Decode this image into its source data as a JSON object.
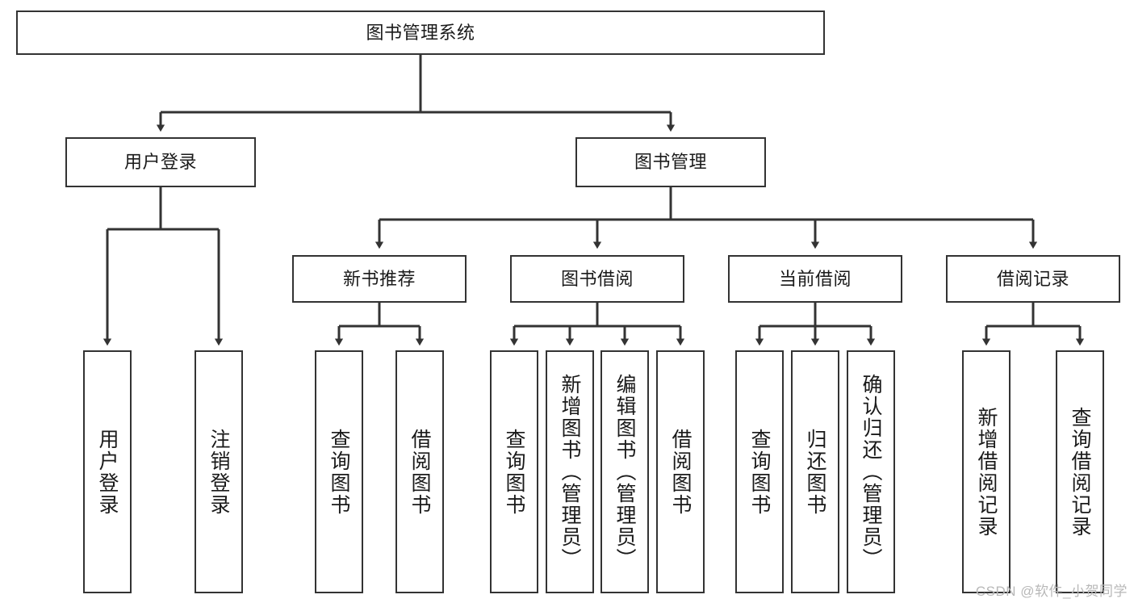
{
  "diagram": {
    "type": "tree-hierarchy",
    "title": "图书管理系统",
    "background_color": "#ffffff",
    "box_border_color": "#333333",
    "connector_color": "#333333",
    "text_color": "#1a1a1a",
    "levels": {
      "level0": [
        {
          "id": "root",
          "label": "图书管理系统",
          "orientation": "horizontal"
        }
      ],
      "level1": [
        {
          "id": "user-login",
          "label": "用户登录",
          "orientation": "horizontal"
        },
        {
          "id": "book-manage",
          "label": "图书管理",
          "orientation": "horizontal"
        }
      ],
      "level2": [
        {
          "id": "new-book-rec",
          "label": "新书推荐",
          "orientation": "horizontal"
        },
        {
          "id": "book-borrow",
          "label": "图书借阅",
          "orientation": "horizontal"
        },
        {
          "id": "current-borrow",
          "label": "当前借阅",
          "orientation": "horizontal"
        },
        {
          "id": "borrow-record",
          "label": "借阅记录",
          "orientation": "horizontal"
        }
      ],
      "level3": [
        {
          "id": "leaf-user-login",
          "label": "用户登录",
          "orientation": "vertical",
          "parent": "user-login"
        },
        {
          "id": "leaf-logout",
          "label": "注销登录",
          "orientation": "vertical",
          "parent": "user-login"
        },
        {
          "id": "leaf-query-book-1",
          "label": "查询图书",
          "orientation": "vertical",
          "parent": "new-book-rec"
        },
        {
          "id": "leaf-borrow-book-1",
          "label": "借阅图书",
          "orientation": "vertical",
          "parent": "new-book-rec"
        },
        {
          "id": "leaf-query-book-2",
          "label": "查询图书",
          "orientation": "vertical",
          "parent": "book-borrow"
        },
        {
          "id": "leaf-add-book",
          "label": "新增图书（管理员）",
          "orientation": "vertical",
          "parent": "book-borrow"
        },
        {
          "id": "leaf-edit-book",
          "label": "编辑图书（管理员）",
          "orientation": "vertical",
          "parent": "book-borrow"
        },
        {
          "id": "leaf-borrow-book-2",
          "label": "借阅图书",
          "orientation": "vertical",
          "parent": "book-borrow"
        },
        {
          "id": "leaf-query-book-3",
          "label": "查询图书",
          "orientation": "vertical",
          "parent": "current-borrow"
        },
        {
          "id": "leaf-return-book",
          "label": "归还图书",
          "orientation": "vertical",
          "parent": "current-borrow"
        },
        {
          "id": "leaf-confirm-return",
          "label": "确认归还（管理员）",
          "orientation": "vertical",
          "parent": "current-borrow"
        },
        {
          "id": "leaf-add-record",
          "label": "新增借阅记录",
          "orientation": "vertical",
          "parent": "borrow-record"
        },
        {
          "id": "leaf-query-record",
          "label": "查询借阅记录",
          "orientation": "vertical",
          "parent": "borrow-record"
        }
      ]
    }
  },
  "watermark": {
    "text": "CSDN @软件_小贺同学",
    "color": "#b8b8b8"
  }
}
